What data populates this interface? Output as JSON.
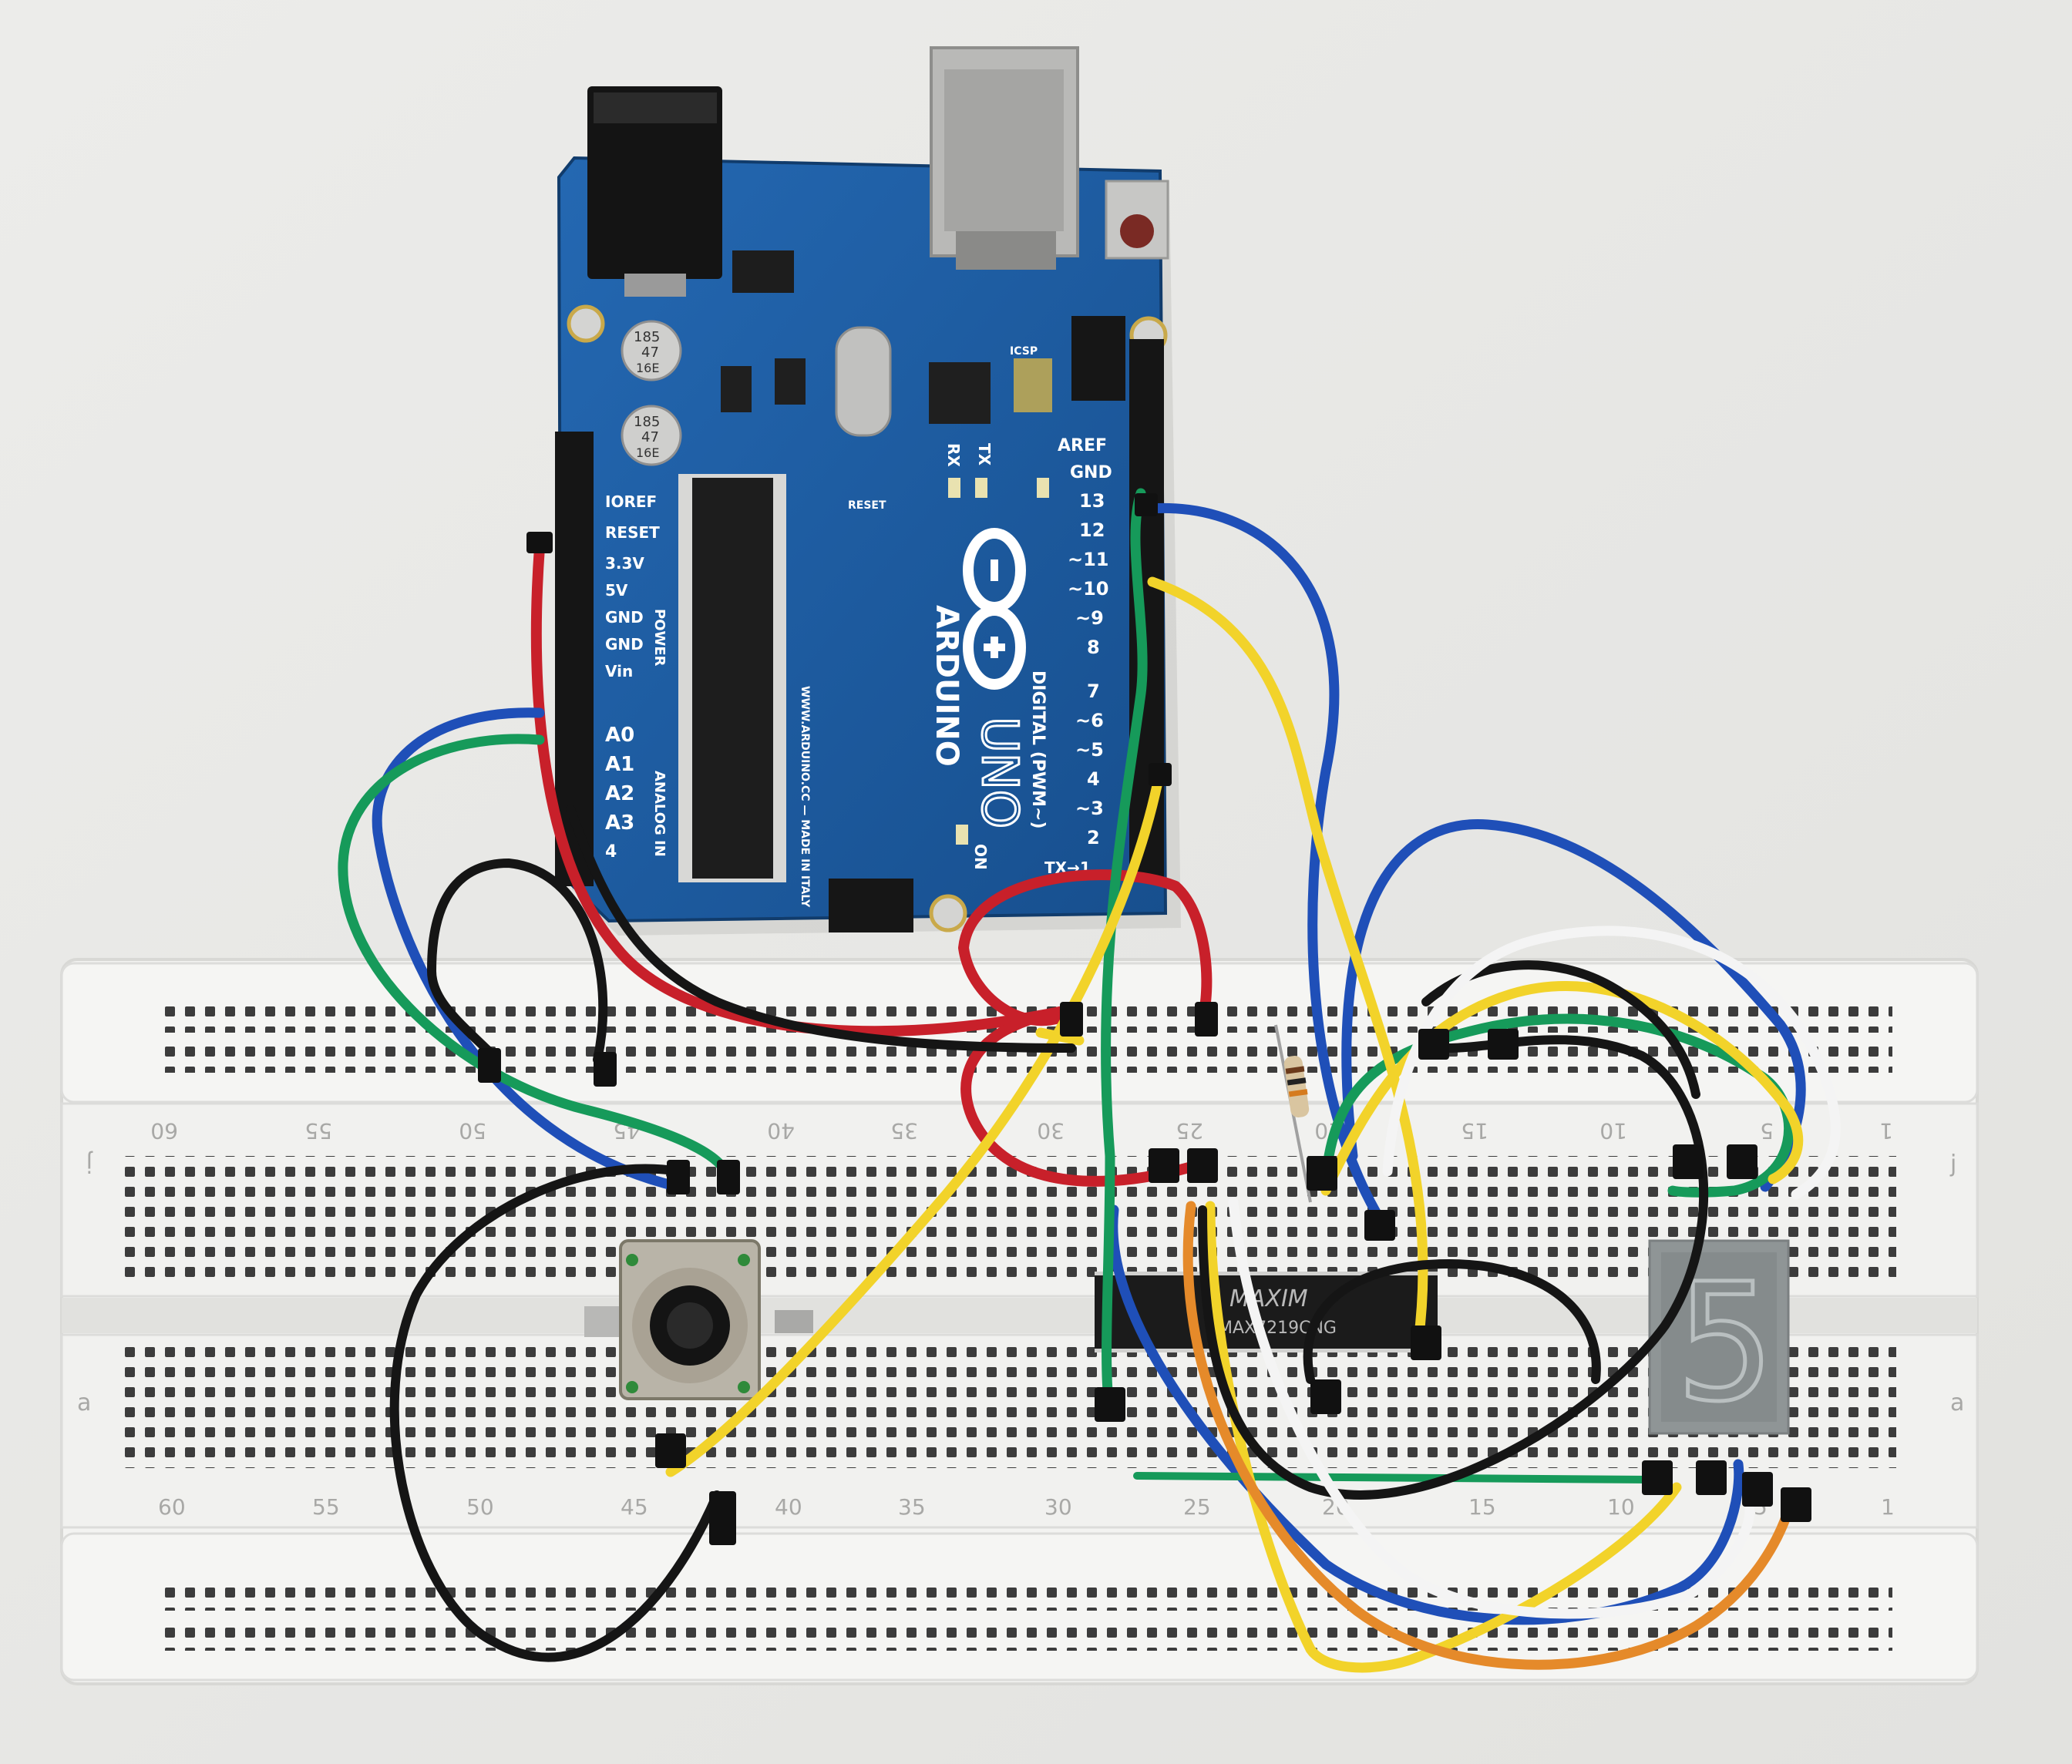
{
  "board": {
    "brand": "ARDUINO",
    "model": "UNO",
    "header_power_labels": [
      "IOREF",
      "RESET",
      "3.3V",
      "5V",
      "GND",
      "GND",
      "Vin"
    ],
    "header_power_title": "POWER",
    "header_analog_labels": [
      "A0",
      "A1",
      "A2",
      "A3",
      "4"
    ],
    "header_analog_title": "ANALOG IN",
    "header_digital_labels": [
      "AREF",
      "GND",
      "13",
      "12",
      "~11",
      "~10",
      "~9",
      "8",
      "7",
      "~6",
      "~5",
      "4",
      "~3",
      "2",
      "TX→1"
    ],
    "header_digital_title": "DIGITAL (PWM~)",
    "led_labels": [
      "RX",
      "TX"
    ],
    "on_label": "ON",
    "reset_label": "RESET",
    "icsp_label": "ICSP",
    "web_text": "WWW.ARDUINO.CC — MADE IN ITALY",
    "capacitor_text": [
      "185",
      "47",
      "16E"
    ]
  },
  "chip": {
    "brand": "MAXIM",
    "part": "MAX7219CNG"
  },
  "display": {
    "digit": "5"
  },
  "breadboard": {
    "numbers_top": [
      "60",
      "55",
      "50",
      "45",
      "40",
      "35",
      "30",
      "25",
      "20",
      "15",
      "10",
      "5",
      "1"
    ],
    "numbers_bottom": [
      "60",
      "55",
      "50",
      "45",
      "40",
      "35",
      "30",
      "25",
      "20",
      "15",
      "10",
      "5",
      "1"
    ],
    "row_labels_left": [
      "j",
      "a"
    ],
    "row_labels_right": [
      "j",
      "a"
    ]
  },
  "colors": {
    "wall": "#e9e9e7",
    "pcb": "#1c5a9e",
    "breadboard": "#f1f1ef",
    "wire_red": "#c8202a",
    "wire_blue": "#1f4fb8",
    "wire_green": "#169a5a",
    "wire_yellow": "#f2d32a",
    "wire_black": "#151515",
    "wire_white": "#f4f4f4",
    "wire_orange": "#e58a2a"
  }
}
